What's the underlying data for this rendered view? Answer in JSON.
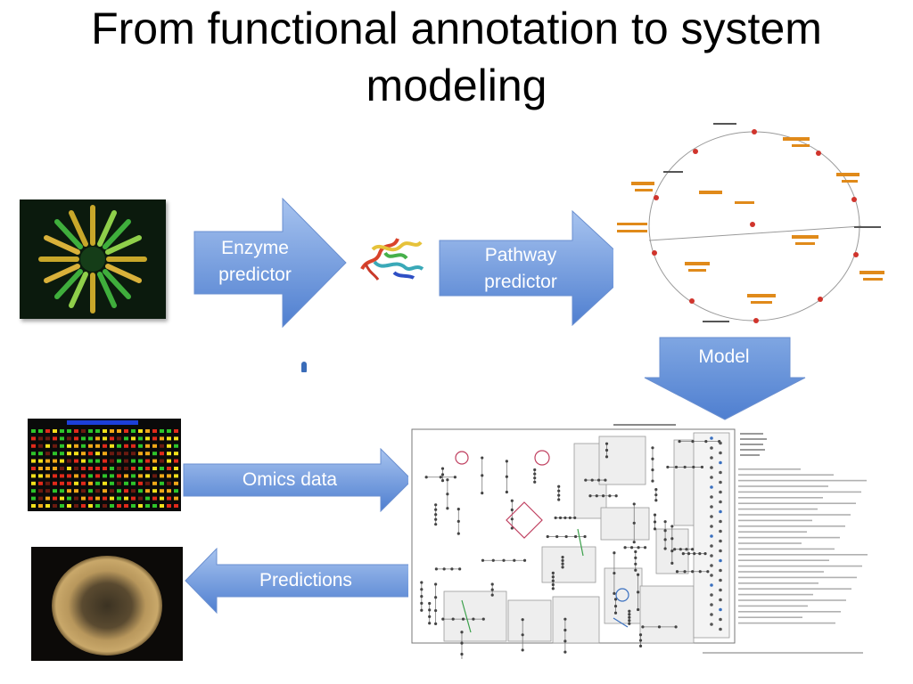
{
  "slide": {
    "title": "From functional annotation to system\nmodeling"
  },
  "arrows": {
    "enzyme_predictor": "Enzyme\npredictor",
    "pathway_predictor": "Pathway\npredictor",
    "model": "Model",
    "omics_data": "Omics data",
    "predictions": "Predictions"
  },
  "images": {
    "colony_fluorescence": "microscopy-colony-icon",
    "protein_structure": "protein-ribbon-icon",
    "pathway_cycle": "metabolic-cycle-diagram",
    "microarray": "microarray-grid-icon",
    "colony_photo": "colony-photo-icon",
    "metabolic_map": "metabolic-network-map"
  },
  "colors": {
    "arrow_light": "#a7c3ef",
    "arrow_dark": "#4f7fd0",
    "arrow_stroke": "#6a8fd0"
  }
}
